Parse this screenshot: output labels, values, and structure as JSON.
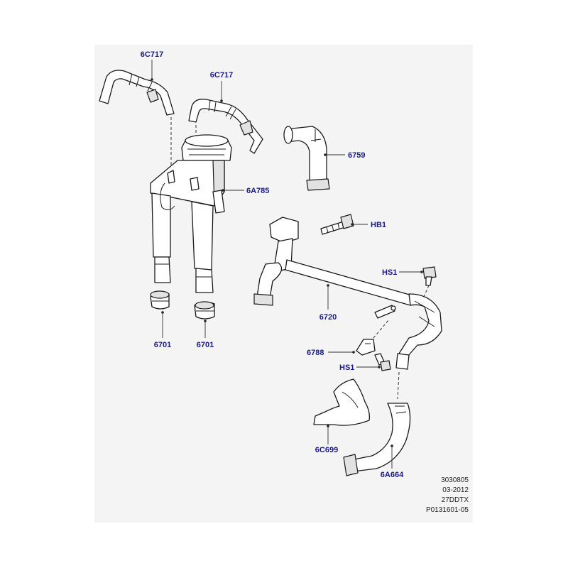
{
  "callouts": {
    "c1": "6C717",
    "c2": "6C717",
    "c3": "6759",
    "c4": "6A785",
    "c5": "HB1",
    "c6": "HS1",
    "c7": "6720",
    "c8": "6701",
    "c9": "6701",
    "c10": "6788",
    "c11": "HS1",
    "c12": "6C699",
    "c13": "6A664"
  },
  "meta": {
    "line1": "3030805",
    "line2": "03-2012",
    "line3": "27DDTX",
    "line4": "P0131601-05"
  },
  "colors": {
    "callout_text": "#1a1a8c",
    "background_panel": "#f4f4f4",
    "line": "#1a1a1a"
  }
}
